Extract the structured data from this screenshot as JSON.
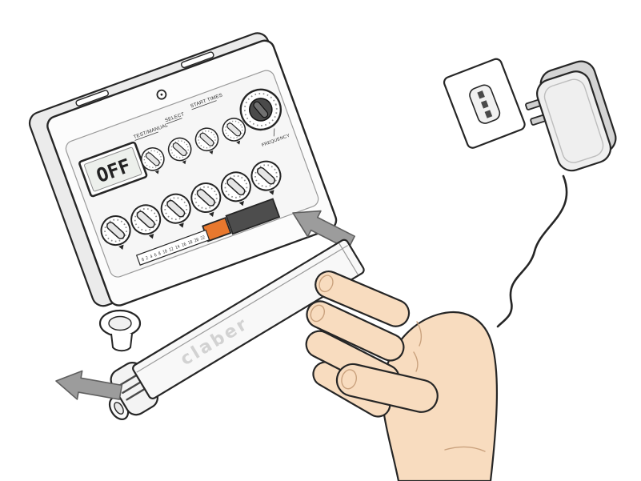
{
  "device": {
    "lcd_value": "OFF",
    "labels": {
      "test_manual": "TEST/MANUAL",
      "select": "SELECT",
      "start_times": "START TIMES",
      "frequency": "FREQUENCY"
    },
    "hour_scale": "0 2 4 6 8 10 12 14 16 18 20 22"
  },
  "cover": {
    "brand_text": "claber"
  },
  "icons": {
    "insert_arrow": "block-arrow-up-left",
    "slide_arrow": "block-arrow-left"
  },
  "colors": {
    "accent_orange": "#E8782E",
    "arrow_gray": "#9C9C9C",
    "hand_skin": "#F8DCBF",
    "outline": "#262626",
    "slot_dark": "#4D4D4D"
  }
}
